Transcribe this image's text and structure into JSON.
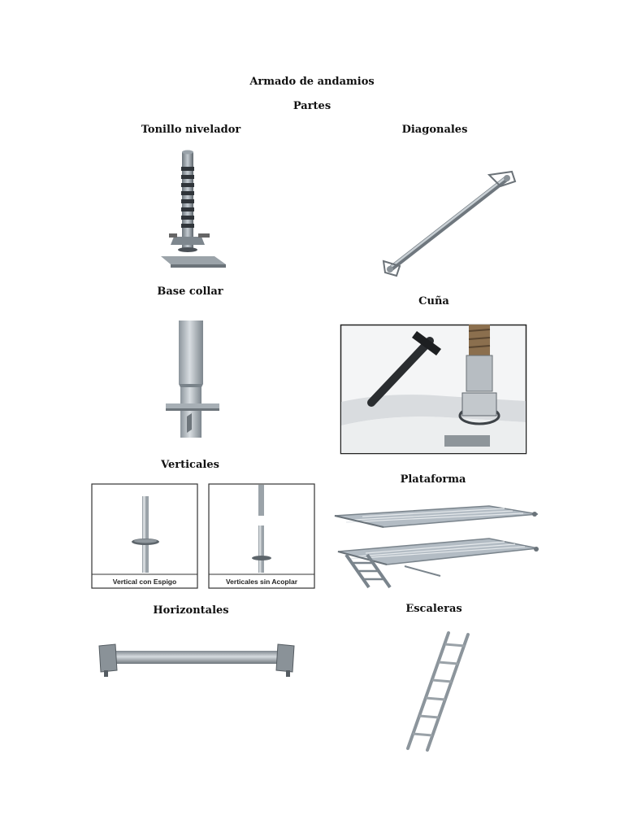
{
  "doc": {
    "title": "Armado de andamios",
    "subtitle": "Partes"
  },
  "parts": {
    "tonillo": "Tonillo nivelador",
    "diagonales": "Diagonales",
    "base_collar": "Base collar",
    "cuna": "Cuña",
    "verticales": "Verticales",
    "plataforma": "Plataforma",
    "horizontales": "Horizontales",
    "escaleras": "Escaleras"
  },
  "verticales_captions": {
    "left": "Vertical con Espigo",
    "right": "Verticales sin Acoplar"
  }
}
